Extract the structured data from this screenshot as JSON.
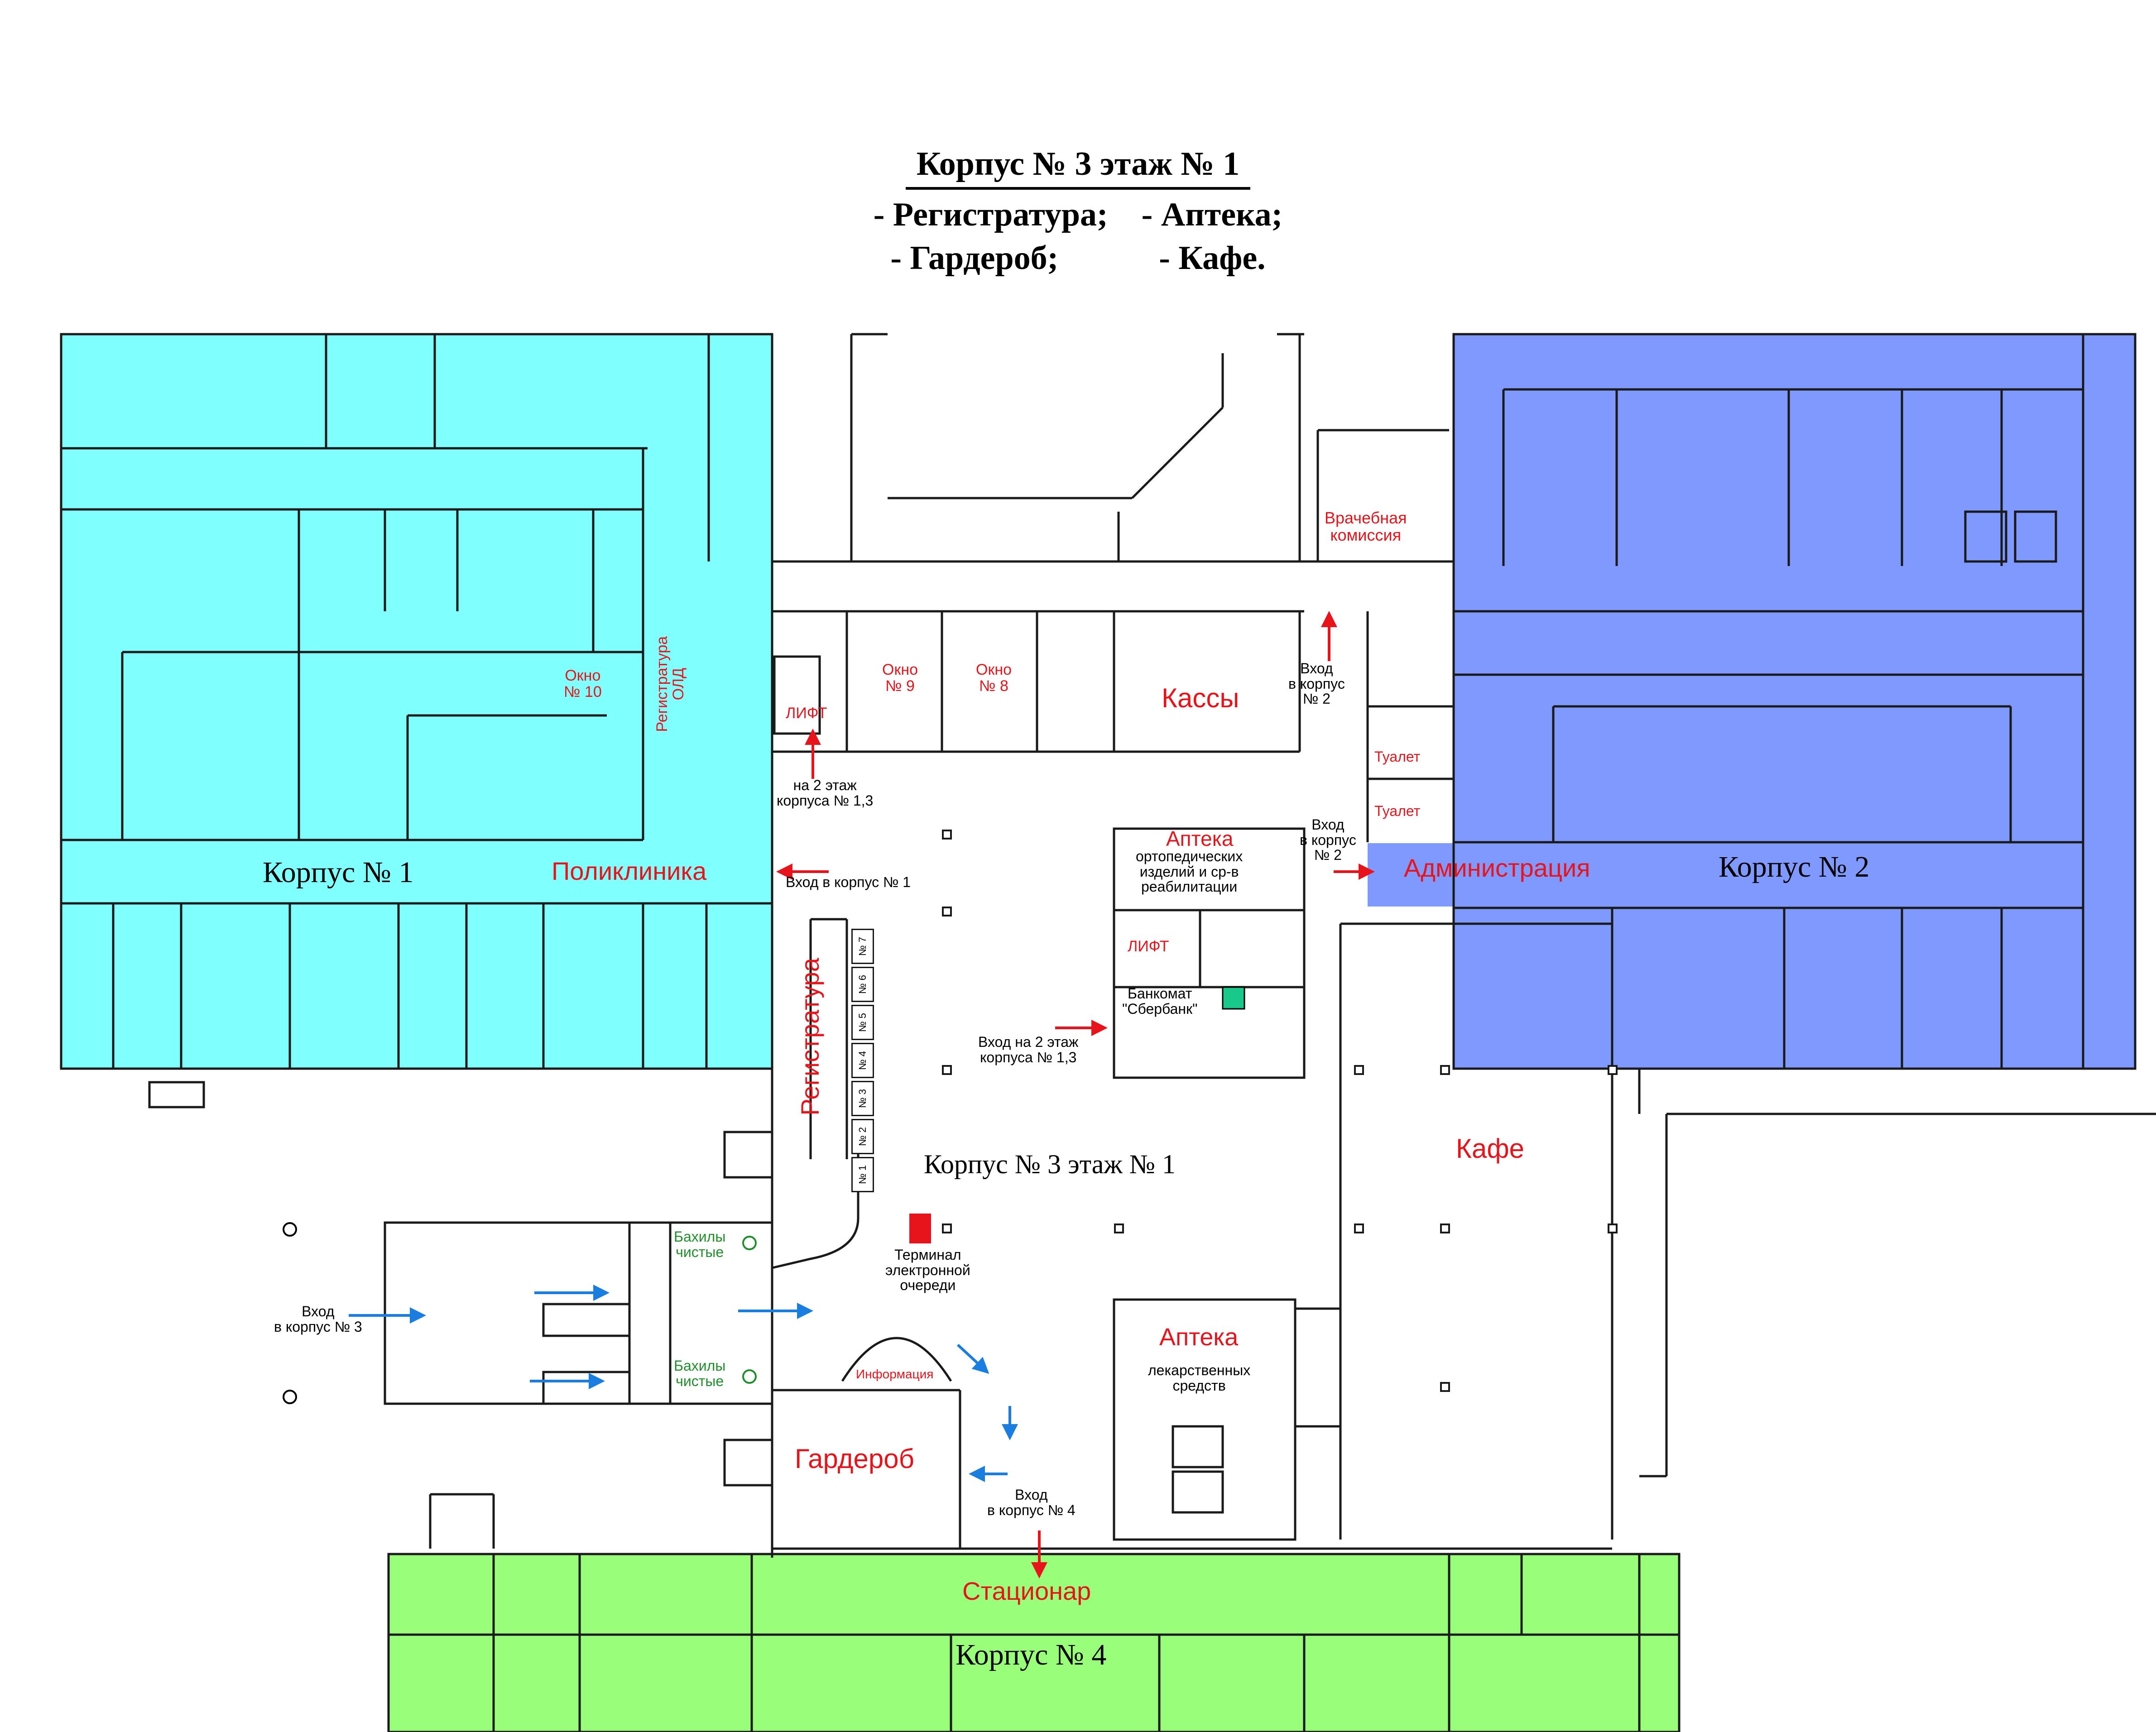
{
  "header": {
    "title": "Корпус № 3  этаж № 1",
    "line1": "- Регистратура;    - Аптека;",
    "line2": "- Гардероб;            - Кафе."
  },
  "colors": {
    "korpus1": "#80ffff",
    "korpus2": "#8099ff",
    "korpus4": "#99ff7a",
    "label_red": "#e8141b",
    "arrow_blue": "#1a7ee0",
    "label_green": "#1f8f2a"
  },
  "buildings": {
    "k1": "Корпус № 1",
    "k2": "Корпус № 2",
    "k3": "Корпус № 3 этаж № 1",
    "k4": "Корпус № 4"
  },
  "labels": {
    "polyclinic": "Поликлиника",
    "administration": "Администрация",
    "stationary": "Стационар",
    "kassy": "Кассы",
    "kafe": "Кафе",
    "garderob": "Гардероб",
    "registratura": "Регистратура",
    "registratura_old": "Регистратура\nОЛД",
    "vrach_komissiya": "Врачебная\nкомиссия",
    "okno10": "Окно\n№ 10",
    "okno9": "Окно\n№ 9",
    "okno8": "Окно\n№ 8",
    "lift1": "ЛИФТ",
    "lift2": "ЛИФТ",
    "to_floor2": "на 2 этаж\nкорпуса № 1,3",
    "entry_k1": "Вход в корпус № 1",
    "entry_k2_top": "Вход\nв корпус\n№ 2",
    "entry_k2_mid": "Вход\nв корпус\n№ 2",
    "toilet1": "Туалет",
    "toilet2": "Туалет",
    "apteka_ortho_title": "Аптека",
    "apteka_ortho_sub": "ортопедических\nизделий и ср-в\nреабилитации",
    "bankomat": "Банкомат\n\"Сбербанк\"",
    "entry_floor2": "Вход на 2 этаж\nкорпуса № 1,3",
    "terminal": "Терминал\nэлектронной\nочереди",
    "bakhily1": "Бахилы\nчистые",
    "bakhily2": "Бахилы\nчистые",
    "entry_k3": "Вход\nв корпус № 3",
    "informatsiya": "Информация",
    "entry_k4": "Вход\nв корпус № 4",
    "apteka_drugs_title": "Аптека",
    "apteka_drugs_sub": "лекарственных\nсредств",
    "windows": [
      "№ 1",
      "№ 2",
      "№ 3",
      "№ 4",
      "№ 5",
      "№ 6",
      "№ 7"
    ]
  }
}
